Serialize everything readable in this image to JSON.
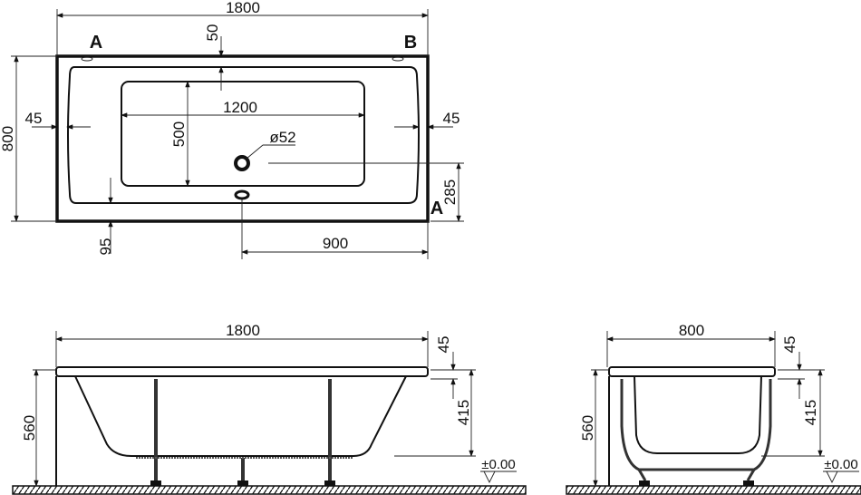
{
  "top_view": {
    "overall_length": "1800",
    "overall_width": "800",
    "rim_top": "50",
    "rim_left": "45",
    "rim_right": "45",
    "basin_length": "1200",
    "basin_width": "500",
    "drain_diameter": "ø52",
    "drain_offset_side": "285",
    "drain_offset_end": "900",
    "rim_bottom": "95",
    "corner_a_left": "A",
    "corner_b": "B",
    "corner_a_right": "A"
  },
  "side_view": {
    "length": "1800",
    "rim_thickness": "45",
    "depth": "415",
    "total_height": "560",
    "floor_level": "±0.00"
  },
  "end_view": {
    "width": "800",
    "rim_thickness": "45",
    "depth": "415",
    "total_height": "560",
    "floor_level": "±0.00"
  }
}
